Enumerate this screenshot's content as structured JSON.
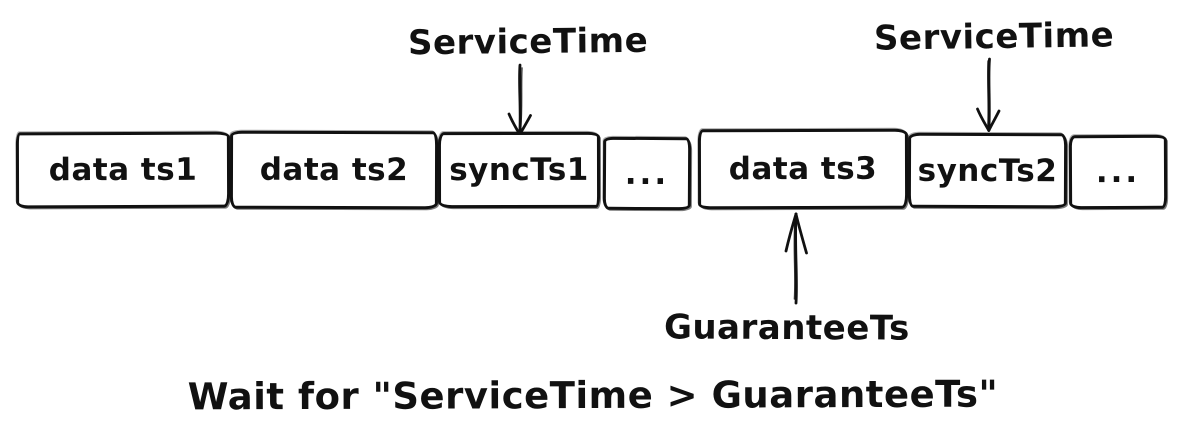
{
  "diagram": {
    "stream_boxes": [
      {
        "label": "data ts1"
      },
      {
        "label": "data ts2"
      },
      {
        "label": "syncTs1"
      },
      {
        "label": "..."
      },
      {
        "label": "data ts3"
      },
      {
        "label": "syncTs2"
      },
      {
        "label": "..."
      }
    ],
    "labels": {
      "service_time_left": "ServiceTime",
      "service_time_right": "ServiceTime",
      "guarantee_ts": "GuaranteeTs"
    },
    "caption": "Wait for \"ServiceTime > GuaranteeTs\"",
    "colors": {
      "stroke": "#111111",
      "background": "#ffffff"
    }
  }
}
